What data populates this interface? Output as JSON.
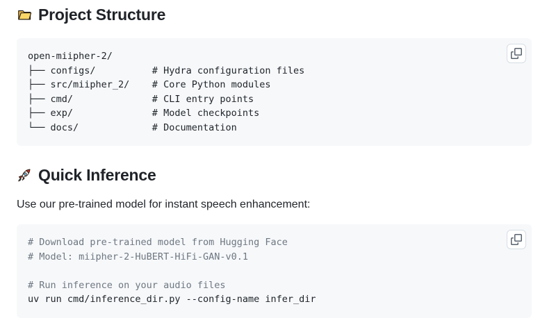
{
  "colors": {
    "page_background": "#ffffff",
    "text": "#1f2328",
    "code_block_background": "#f6f8fa",
    "code_comment": "#6e7781",
    "copy_icon": "#59636e",
    "folder_emoji_yellow": "#fcd667",
    "rocket_emoji_red": "#d22f27"
  },
  "icons": {
    "section1": "open-folder-emoji",
    "section2": "rocket-emoji",
    "code_copy": "copy-icon"
  },
  "sections": [
    {
      "title": "Project Structure",
      "code": {
        "language": "text",
        "lines": [
          {
            "text": "open-miipher-2/",
            "type": "plain"
          },
          {
            "text": "├── configs/          # Hydra configuration files",
            "type": "plain"
          },
          {
            "text": "├── src/miipher_2/    # Core Python modules",
            "type": "plain"
          },
          {
            "text": "├── cmd/              # CLI entry points",
            "type": "plain"
          },
          {
            "text": "├── exp/              # Model checkpoints",
            "type": "plain"
          },
          {
            "text": "└── docs/             # Documentation",
            "type": "plain"
          }
        ]
      }
    },
    {
      "title": "Quick Inference",
      "intro": "Use our pre-trained model for instant speech enhancement:",
      "code": {
        "language": "bash",
        "lines": [
          {
            "text": "# Download pre-trained model from Hugging Face",
            "type": "comment"
          },
          {
            "text": "# Model: miipher-2-HuBERT-HiFi-GAN-v0.1",
            "type": "comment"
          },
          {
            "text": "",
            "type": "blank"
          },
          {
            "text": "# Run inference on your audio files",
            "type": "comment"
          },
          {
            "text": "uv run cmd/inference_dir.py --config-name infer_dir",
            "type": "command"
          }
        ]
      }
    }
  ]
}
